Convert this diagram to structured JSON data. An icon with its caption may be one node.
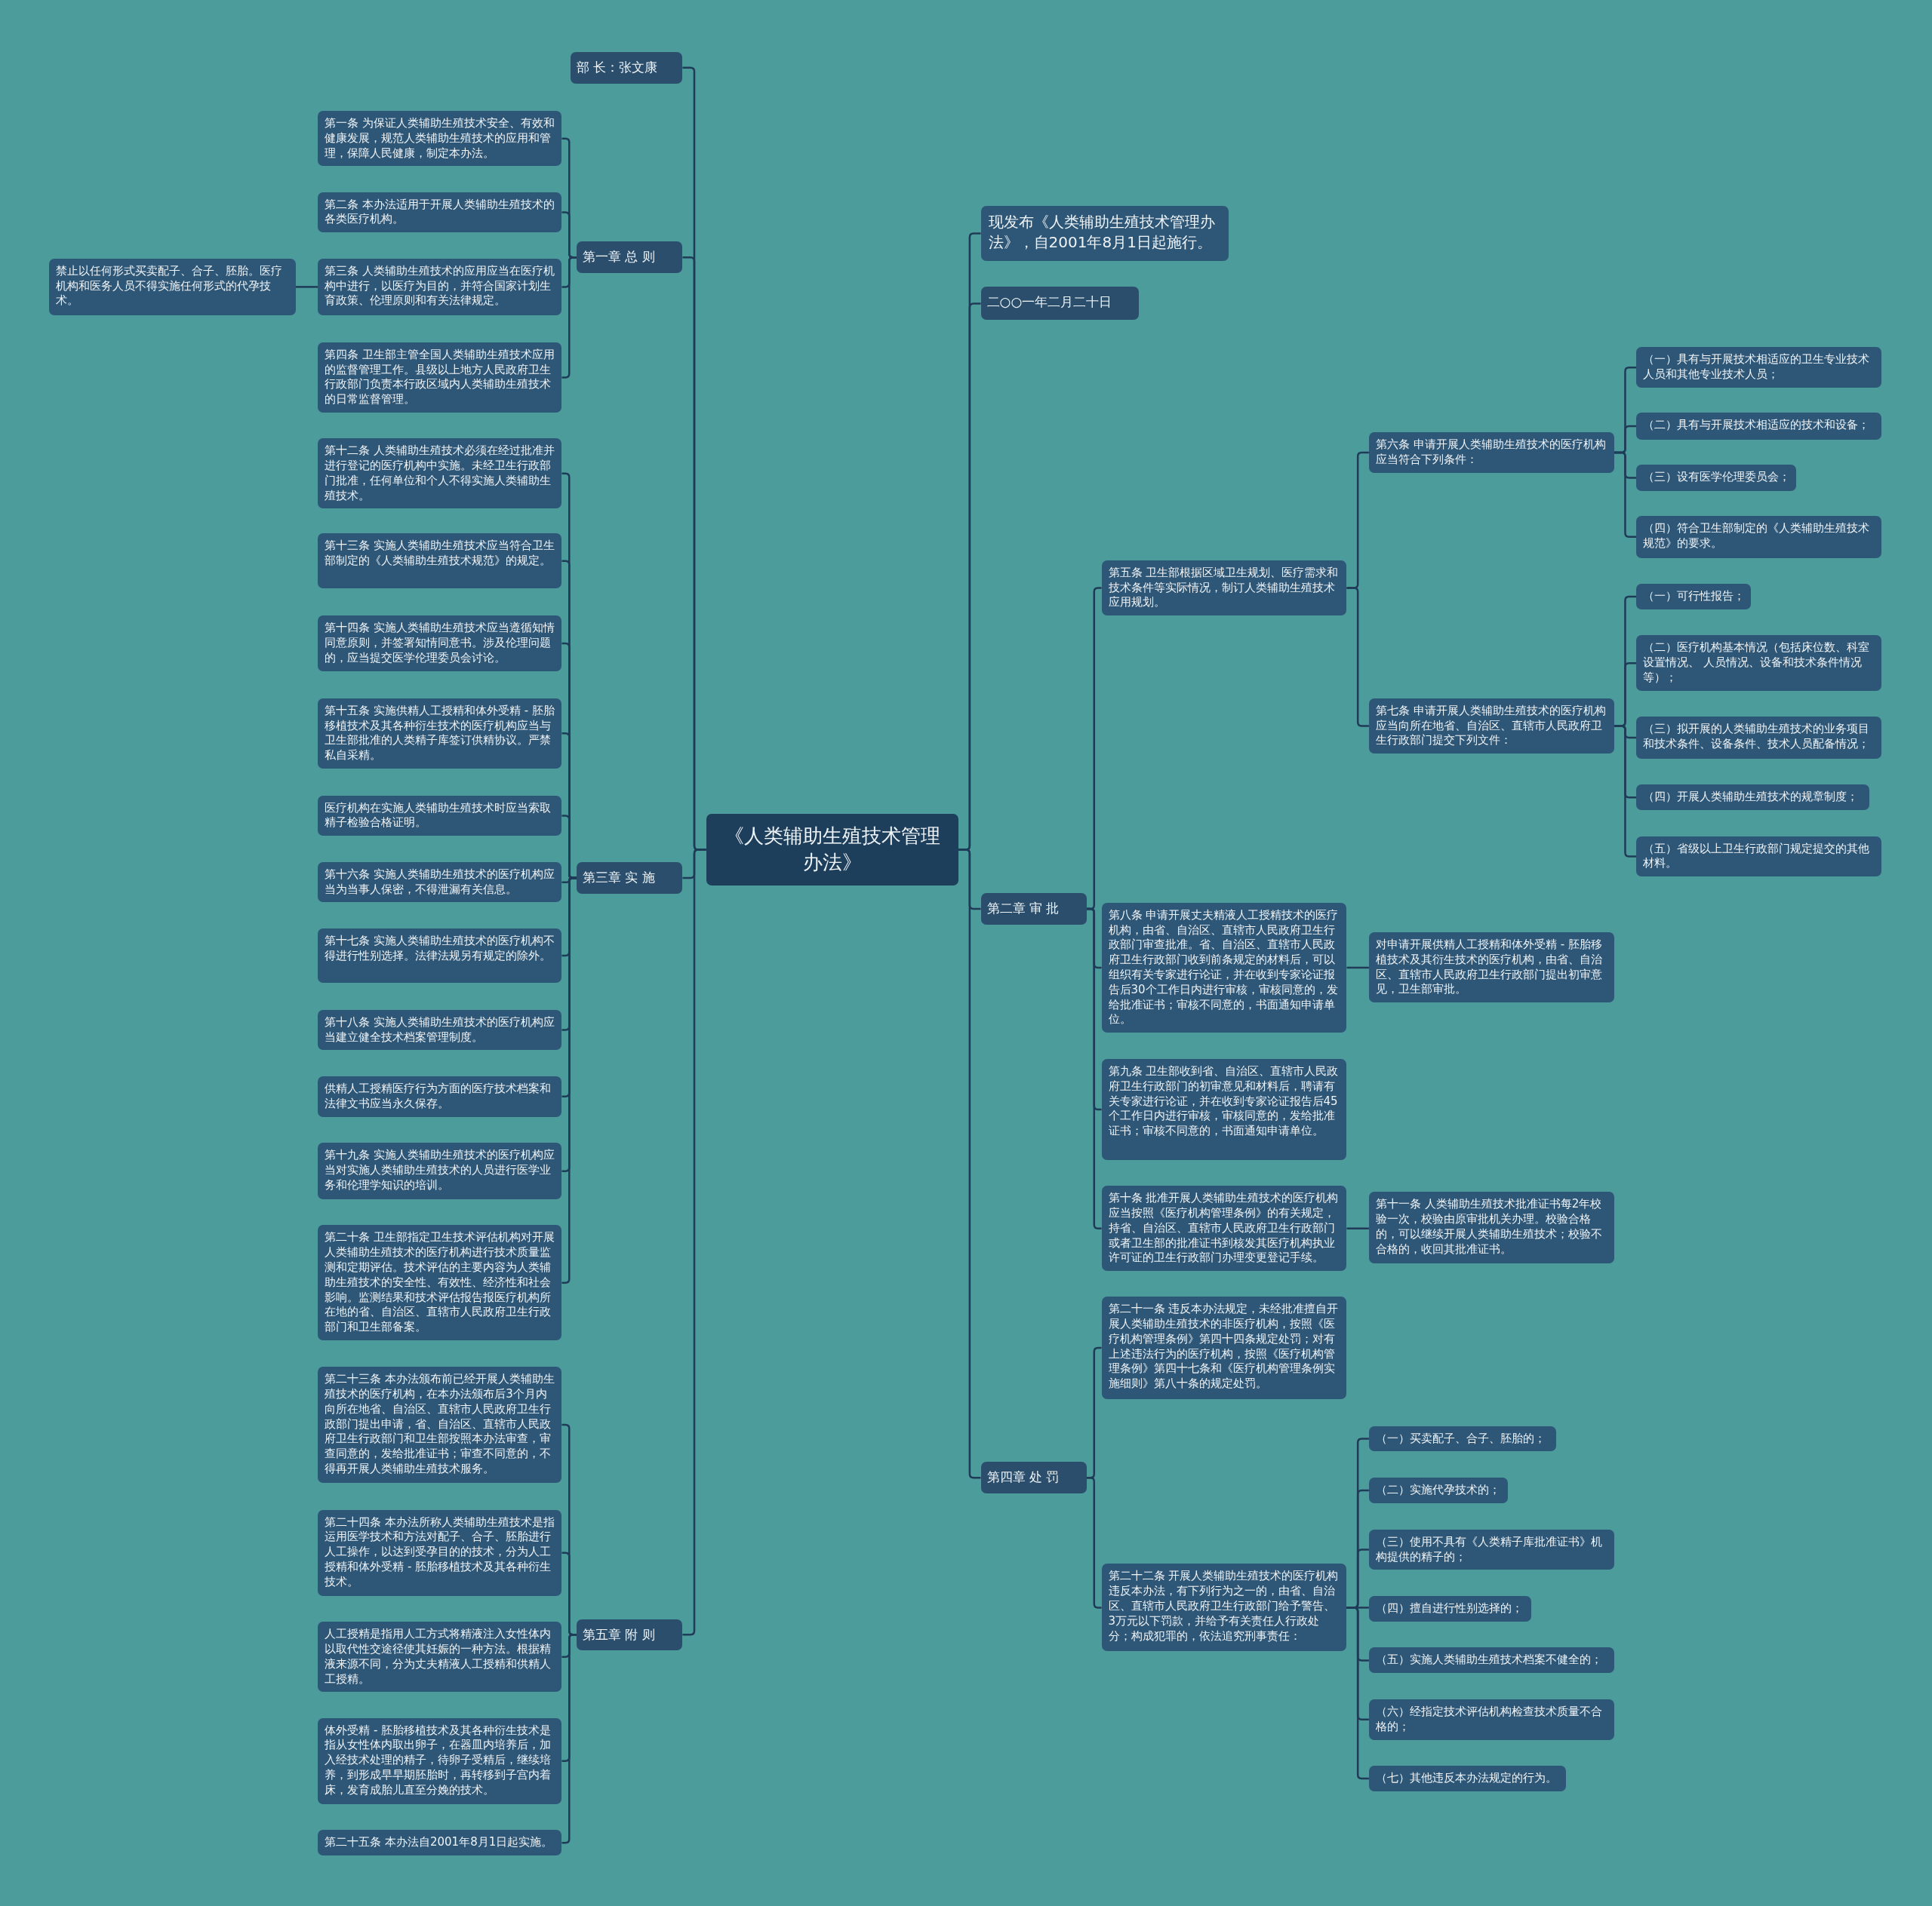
{
  "diagram": {
    "nodes": [
      {
        "text": [
          "《人类辅助生殖技术管理办法》"
        ]
      },
      {
        "text": [
          "部 长：张文康"
        ]
      },
      {
        "text": [
          "第一章 总 则"
        ]
      },
      {
        "text": [
          "第一条 为保证人类辅助生殖技术安全、有效和健康发展，规范人类辅助生殖技术的应用和管理，保障人民健康，制定本办法。"
        ]
      },
      {
        "text": [
          "第二条 本办法适用于开展人类辅助生殖技术的各类医疗机构。"
        ]
      },
      {
        "text": [
          "第三条 人类辅助生殖技术的应用应当在医疗机构中进行，以医疗为目的，并符合国家计划生育政策、伦理原则和有关法律规定。"
        ]
      },
      {
        "text": [
          "禁止以任何形式买卖配子、合子、胚胎。医疗机构和医务人员不得实施任何形式的代孕技术。"
        ]
      },
      {
        "text": [
          "第四条 卫生部主管全国人类辅助生殖技术应用的监督管理工作。县级以上地方人民政府卫生行政部门负责本行政区域内人类辅助生殖技术的日常监督管理。"
        ]
      },
      {
        "text": [
          "第三章 实 施"
        ]
      },
      {
        "text": [
          "第十二条 人类辅助生殖技术必须在经过批准并进行登记的医疗机构中实施。未经卫生行政部门批准，任何单位和个人不得实施人类辅助生殖技术。"
        ]
      },
      {
        "text": [
          "第十三条 实施人类辅助生殖技术应当符合卫生部制定的《人类辅助生殖技术规范》的规定。"
        ]
      },
      {
        "text": [
          "第十四条 实施人类辅助生殖技术应当遵循知情同意原则，并签署知情同意书。涉及伦理问题的，应当提交医学伦理委员会讨论。"
        ]
      },
      {
        "text": [
          "第十五条 实施供精人工授精和体外受精 - 胚胎移植技术及其各种衍生技术的医疗机构应当与卫生部批准的人类精子库签订供精协议。严禁私自采精。"
        ]
      },
      {
        "text": [
          "医疗机构在实施人类辅助生殖技术时应当索取精子检验合格证明。"
        ]
      },
      {
        "text": [
          "第十六条 实施人类辅助生殖技术的医疗机构应当为当事人保密，不得泄漏有关信息。"
        ]
      },
      {
        "text": [
          "第十七条 实施人类辅助生殖技术的医疗机构不得进行性别选择。法律法规另有规定的除外。"
        ]
      },
      {
        "text": [
          "第十八条 实施人类辅助生殖技术的医疗机构应当建立健全技术档案管理制度。"
        ]
      },
      {
        "text": [
          "供精人工授精医疗行为方面的医疗技术档案和法律文书应当永久保存。"
        ]
      },
      {
        "text": [
          "第十九条 实施人类辅助生殖技术的医疗机构应当对实施人类辅助生殖技术的人员进行医学业务和伦理学知识的培训。"
        ]
      },
      {
        "text": [
          "第二十条 卫生部指定卫生技术评估机构对开展人类辅助生殖技术的医疗机构进行技术质量监测和定期评估。技术评估的主要内容为人类辅助生殖技术的安全性、有效性、经济性和社会影响。监测结果和技术评估报告报医疗机构所在地的省、自治区、直辖市人民政府卫生行政部门和卫生部备案。"
        ]
      },
      {
        "text": [
          "第五章 附 则"
        ]
      },
      {
        "text": [
          "第二十三条 本办法颁布前已经开展人类辅助生殖技术的医疗机构，在本办法颁布后3个月内向所在地省、自治区、直辖市人民政府卫生行政部门提出申请，省、自治区、直辖市人民政府卫生行政部门和卫生部按照本办法审查，审查同意的，发给批准证书；审查不同意的，不得再开展人类辅助生殖技术服务。"
        ]
      },
      {
        "text": [
          "第二十四条 本办法所称人类辅助生殖技术是指运用医学技术和方法对配子、合子、胚胎进行人工操作，以达到受孕目的的技术，分为人工授精和体外受精 - 胚胎移植技术及其各种衍生技术。"
        ]
      },
      {
        "text": [
          "人工授精是指用人工方式将精液注入女性体内以取代性交途径使其妊娠的一种方法。根据精液来源不同，分为丈夫精液人工授精和供精人工授精。"
        ]
      },
      {
        "text": [
          "体外受精 - 胚胎移植技术及其各种衍生技术是指从女性体内取出卵子，在器皿内培养后，加入经技术处理的精子，待卵子受精后，继续培养，到形成早早期胚胎时，再转移到子宫内着床，发育成胎儿直至分娩的技术。"
        ]
      },
      {
        "text": [
          "第二十五条 本办法自2001年8月1日起实施。"
        ]
      },
      {
        "text": [
          "现发布《人类辅助生殖技术管理办法》，自2001年8月1日起施行。"
        ]
      },
      {
        "text": [
          "二○○一年二月二十日"
        ]
      },
      {
        "text": [
          "第二章 审 批"
        ]
      },
      {
        "text": [
          "第五条 卫生部根据区域卫生规划、医疗需求和技术条件等实际情况，制订人类辅助生殖技术应用规划。"
        ]
      },
      {
        "text": [
          "第六条 申请开展人类辅助生殖技术的医疗机构应当符合下列条件："
        ]
      },
      {
        "text": [
          "（一）具有与开展技术相适应的卫生专业技术人员和其他专业技术人员；"
        ]
      },
      {
        "text": [
          "（二）具有与开展技术相适应的技术和设备；"
        ]
      },
      {
        "text": [
          "（三）设有医学伦理委员会；"
        ]
      },
      {
        "text": [
          "（四）符合卫生部制定的《人类辅助生殖技术规范》的要求。"
        ]
      },
      {
        "text": [
          "第七条 申请开展人类辅助生殖技术的医疗机构应当向所在地省、自治区、直辖市人民政府卫生行政部门提交下列文件："
        ]
      },
      {
        "text": [
          "（一）可行性报告；"
        ]
      },
      {
        "text": [
          "（二）医疗机构基本情况（包括床位数、科室设置情况、 人员情况、设备和技术条件情况等）；"
        ]
      },
      {
        "text": [
          "（三）拟开展的人类辅助生殖技术的业务项目和技术条件、设备条件、技术人员配备情况；"
        ]
      },
      {
        "text": [
          "（四）开展人类辅助生殖技术的规章制度；"
        ]
      },
      {
        "text": [
          "（五）省级以上卫生行政部门规定提交的其他材料。"
        ]
      },
      {
        "text": [
          "第八条 申请开展丈夫精液人工授精技术的医疗机构，由省、自治区、直辖市人民政府卫生行政部门审查批准。省、自治区、直辖市人民政府卫生行政部门收到前条规定的材料后，可以组织有关专家进行论证，并在收到专家论证报告后30个工作日内进行审核，审核同意的，发给批准证书；审核不同意的，书面通知申请单位。"
        ]
      },
      {
        "text": [
          "对申请开展供精人工授精和体外受精 - 胚胎移植技术及其衍生技术的医疗机构，由省、自治区、直辖市人民政府卫生行政部门提出初审意见，卫生部审批。"
        ]
      },
      {
        "text": [
          "第九条 卫生部收到省、自治区、直辖市人民政府卫生行政部门的初审意见和材料后，聘请有关专家进行论证，并在收到专家论证报告后45个工作日内进行审核，审核同意的，发给批准证书；审核不同意的，书面通知申请单位。"
        ]
      },
      {
        "text": [
          "第十条 批准开展人类辅助生殖技术的医疗机构应当按照《医疗机构管理条例》的有关规定，持省、自治区、直辖市人民政府卫生行政部门或者卫生部的批准证书到核发其医疗机构执业许可证的卫生行政部门办理变更登记手续。"
        ]
      },
      {
        "text": [
          "第十一条 人类辅助生殖技术批准证书每2年校验一次，校验由原审批机关办理。校验合格的，可以继续开展人类辅助生殖技术；校验不合格的，收回其批准证书。"
        ]
      },
      {
        "text": [
          "第四章 处 罚"
        ]
      },
      {
        "text": [
          "第二十一条 违反本办法规定，未经批准擅自开展人类辅助生殖技术的非医疗机构，按照《医疗机构管理条例》第四十四条规定处罚；对有上述违法行为的医疗机构，按照《医疗机构管理条例》第四十七条和《医疗机构管理条例实施细则》第八十条的规定处罚。"
        ]
      },
      {
        "text": [
          "第二十二条 开展人类辅助生殖技术的医疗机构违反本办法，有下列行为之一的，由省、自治区、直辖市人民政府卫生行政部门给予警告、3万元以下罚款，并给予有关责任人行政处分；构成犯罪的，依法追究刑事责任："
        ]
      },
      {
        "text": [
          "（一）买卖配子、合子、胚胎的；"
        ]
      },
      {
        "text": [
          "（二）实施代孕技术的；"
        ]
      },
      {
        "text": [
          "（三）使用不具有《人类精子库批准证书》机构提供的精子的；"
        ]
      },
      {
        "text": [
          "（四）擅自进行性别选择的；"
        ]
      },
      {
        "text": [
          "（五）实施人类辅助生殖技术档案不健全的；"
        ]
      },
      {
        "text": [
          "（六）经指定技术评估机构检查技术质量不合格的；"
        ]
      },
      {
        "text": [
          "（七）其他违反本办法规定的行为。"
        ]
      }
    ],
    "edges": [
      {
        "from": 0,
        "to": 1,
        "arrow": "none"
      },
      {
        "from": 0,
        "to": 2,
        "arrow": "none"
      },
      {
        "from": 2,
        "to": 3,
        "arrow": "none"
      },
      {
        "from": 2,
        "to": 4,
        "arrow": "none"
      },
      {
        "from": 2,
        "to": 5,
        "arrow": "none"
      },
      {
        "from": 5,
        "to": 6,
        "arrow": "none"
      },
      {
        "from": 2,
        "to": 7,
        "arrow": "none"
      },
      {
        "from": 0,
        "to": 8,
        "arrow": "none"
      },
      {
        "from": 8,
        "to": 9,
        "arrow": "none"
      },
      {
        "from": 8,
        "to": 10,
        "arrow": "none"
      },
      {
        "from": 8,
        "to": 11,
        "arrow": "none"
      },
      {
        "from": 8,
        "to": 12,
        "arrow": "none"
      },
      {
        "from": 8,
        "to": 13,
        "arrow": "none"
      },
      {
        "from": 8,
        "to": 14,
        "arrow": "none"
      },
      {
        "from": 8,
        "to": 15,
        "arrow": "none"
      },
      {
        "from": 8,
        "to": 16,
        "arrow": "none"
      },
      {
        "from": 8,
        "to": 17,
        "arrow": "none"
      },
      {
        "from": 8,
        "to": 18,
        "arrow": "none"
      },
      {
        "from": 8,
        "to": 19,
        "arrow": "none"
      },
      {
        "from": 0,
        "to": 20,
        "arrow": "none"
      },
      {
        "from": 20,
        "to": 21,
        "arrow": "none"
      },
      {
        "from": 20,
        "to": 22,
        "arrow": "none"
      },
      {
        "from": 20,
        "to": 23,
        "arrow": "none"
      },
      {
        "from": 20,
        "to": 24,
        "arrow": "none"
      },
      {
        "from": 20,
        "to": 25,
        "arrow": "none"
      },
      {
        "from": 0,
        "to": 26,
        "arrow": "none"
      },
      {
        "from": 0,
        "to": 27,
        "arrow": "none"
      },
      {
        "from": 0,
        "to": 28,
        "arrow": "none"
      },
      {
        "from": 28,
        "to": 29,
        "arrow": "none"
      },
      {
        "from": 29,
        "to": 30,
        "arrow": "none"
      },
      {
        "from": 30,
        "to": 31,
        "arrow": "none"
      },
      {
        "from": 30,
        "to": 32,
        "arrow": "none"
      },
      {
        "from": 30,
        "to": 33,
        "arrow": "none"
      },
      {
        "from": 30,
        "to": 34,
        "arrow": "none"
      },
      {
        "from": 29,
        "to": 35,
        "arrow": "none"
      },
      {
        "from": 35,
        "to": 36,
        "arrow": "none"
      },
      {
        "from": 35,
        "to": 37,
        "arrow": "none"
      },
      {
        "from": 35,
        "to": 38,
        "arrow": "none"
      },
      {
        "from": 35,
        "to": 39,
        "arrow": "none"
      },
      {
        "from": 35,
        "to": 40,
        "arrow": "none"
      },
      {
        "from": 28,
        "to": 41,
        "arrow": "none"
      },
      {
        "from": 41,
        "to": 42,
        "arrow": "none"
      },
      {
        "from": 28,
        "to": 43,
        "arrow": "none"
      },
      {
        "from": 28,
        "to": 44,
        "arrow": "none"
      },
      {
        "from": 44,
        "to": 45,
        "arrow": "none"
      },
      {
        "from": 0,
        "to": 46,
        "arrow": "none"
      },
      {
        "from": 46,
        "to": 47,
        "arrow": "none"
      },
      {
        "from": 46,
        "to": 48,
        "arrow": "none"
      },
      {
        "from": 48,
        "to": 49,
        "arrow": "none"
      },
      {
        "from": 48,
        "to": 50,
        "arrow": "none"
      },
      {
        "from": 48,
        "to": 51,
        "arrow": "none"
      },
      {
        "from": 48,
        "to": 52,
        "arrow": "none"
      },
      {
        "from": 48,
        "to": 53,
        "arrow": "none"
      },
      {
        "from": 48,
        "to": 54,
        "arrow": "none"
      },
      {
        "from": 48,
        "to": 55,
        "arrow": "none"
      }
    ]
  }
}
